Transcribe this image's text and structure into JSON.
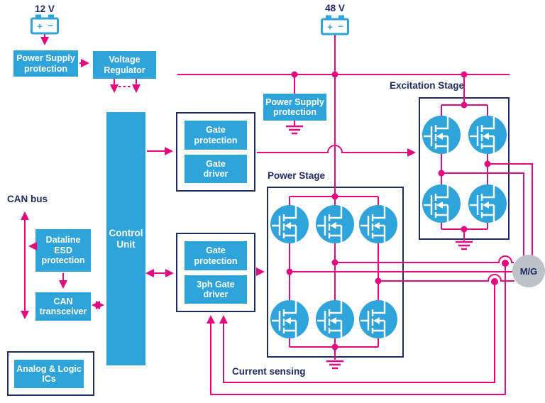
{
  "colors": {
    "block_blue": "#2EA4DA",
    "wire_magenta": "#E5097F",
    "outline_navy": "#1F2B63",
    "motor_gray": "#BCC2C8",
    "background": "#FFFFFF"
  },
  "labels": {
    "battery12": "12 V",
    "battery48": "48 V",
    "battery_plus": "+",
    "battery_minus": "−",
    "can_bus": "CAN bus",
    "current_sensing": "Current sensing",
    "excitation_stage": "Excitation Stage",
    "power_stage": "Power Stage",
    "mg": "M/G"
  },
  "blocks": {
    "psp12": "Power Supply\nprotection",
    "voltage_regulator": "Voltage\nRegulator",
    "psp48": "Power Supply\nprotection",
    "control_unit": "Control\nUnit",
    "gate_protection_exc": "Gate\nprotection",
    "gate_driver_exc": "Gate\ndriver",
    "gate_protection_pwr": "Gate\nprotection",
    "gate_driver_3ph": "3ph Gate\ndriver",
    "dataline_esd": "Dataline\nESD\nprotection",
    "can_transceiver": "CAN\ntransceiver",
    "analog_logic": "Analog & Logic\nICs"
  }
}
